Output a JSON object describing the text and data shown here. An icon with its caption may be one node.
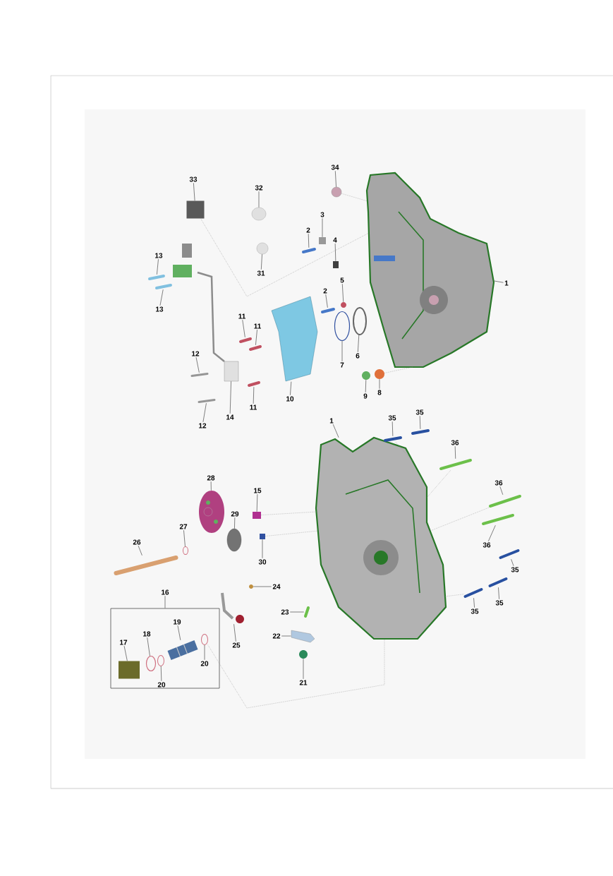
{
  "diagram": {
    "nodes": [
      {
        "text": [
          "33"
        ]
      },
      {
        "text": [
          "32"
        ]
      },
      {
        "text": [
          "34"
        ]
      },
      {
        "text": [
          "3"
        ]
      },
      {
        "text": [
          "2"
        ]
      },
      {
        "text": [
          "4"
        ]
      },
      {
        "text": [
          "13"
        ]
      },
      {
        "text": [
          "31"
        ]
      },
      {
        "text": [
          "2"
        ]
      },
      {
        "text": [
          "5"
        ]
      },
      {
        "text": [
          "13"
        ]
      },
      {
        "text": [
          "1"
        ]
      },
      {
        "text": [
          "11"
        ]
      },
      {
        "text": [
          "11"
        ]
      },
      {
        "text": [
          "12"
        ]
      },
      {
        "text": [
          "6"
        ]
      },
      {
        "text": [
          "7"
        ]
      },
      {
        "text": [
          "10"
        ]
      },
      {
        "text": [
          "9"
        ]
      },
      {
        "text": [
          "8"
        ]
      },
      {
        "text": [
          "11"
        ]
      },
      {
        "text": [
          "12"
        ]
      },
      {
        "text": [
          "14"
        ]
      },
      {
        "text": [
          "1"
        ]
      },
      {
        "text": [
          "35"
        ]
      },
      {
        "text": [
          "35"
        ]
      },
      {
        "text": [
          "36"
        ]
      },
      {
        "text": [
          "28"
        ]
      },
      {
        "text": [
          "15"
        ]
      },
      {
        "text": [
          "36"
        ]
      },
      {
        "text": [
          "29"
        ]
      },
      {
        "text": [
          "27"
        ]
      },
      {
        "text": [
          "26"
        ]
      },
      {
        "text": [
          "30"
        ]
      },
      {
        "text": [
          "36"
        ]
      },
      {
        "text": [
          "35"
        ]
      },
      {
        "text": [
          "24"
        ]
      },
      {
        "text": [
          "16"
        ]
      },
      {
        "text": [],
        "shape": "box"
      },
      {
        "text": [
          "35"
        ]
      },
      {
        "text": [
          "35"
        ]
      },
      {
        "text": [
          "23"
        ]
      },
      {
        "text": [
          "22"
        ]
      },
      {
        "text": [
          "19"
        ],
        "in": 38
      },
      {
        "text": [
          "18"
        ],
        "in": 38
      },
      {
        "text": [
          "17"
        ],
        "in": 38
      },
      {
        "text": [
          "25"
        ]
      },
      {
        "text": [
          "20"
        ],
        "in": 38
      },
      {
        "text": [
          "21"
        ]
      },
      {
        "text": [
          "20"
        ],
        "in": 38
      },
      {
        "text": [],
        "shape": "box"
      },
      {
        "text": [],
        "shape": "circle"
      },
      {
        "text": [],
        "shape": "circle"
      },
      {
        "text": [],
        "shape": "box"
      },
      {
        "text": [],
        "shape": "picture"
      },
      {
        "text": [],
        "shape": "box"
      },
      {
        "text": [],
        "shape": "picture"
      },
      {
        "text": [],
        "shape": "circle"
      },
      {
        "text": [],
        "shape": "picture"
      },
      {
        "text": [],
        "shape": "circle"
      },
      {
        "text": [],
        "shape": "picture"
      },
      {
        "text": [],
        "shape": "picture"
      },
      {
        "text": [],
        "shape": "picture"
      },
      {
        "text": [],
        "shape": "picture"
      },
      {
        "text": [],
        "shape": "picture"
      },
      {
        "text": [],
        "shape": "circle"
      },
      {
        "text": [],
        "shape": "circle"
      },
      {
        "text": [],
        "shape": "picture"
      },
      {
        "text": [],
        "shape": "circle"
      },
      {
        "text": [],
        "shape": "circle"
      },
      {
        "text": [],
        "shape": "picture"
      },
      {
        "text": [],
        "shape": "picture"
      },
      {
        "text": [],
        "shape": "box"
      },
      {
        "text": [],
        "shape": "picture"
      },
      {
        "text": [],
        "shape": "picture"
      },
      {
        "text": [],
        "shape": "picture"
      },
      {
        "text": [],
        "shape": "picture"
      },
      {
        "text": [],
        "shape": "picture"
      },
      {
        "text": [],
        "shape": "box"
      },
      {
        "text": [],
        "shape": "picture"
      },
      {
        "text": [],
        "shape": "circle"
      },
      {
        "text": [],
        "shape": "circle"
      },
      {
        "text": [],
        "shape": "picture"
      },
      {
        "text": [],
        "shape": "box"
      },
      {
        "text": [],
        "shape": "picture"
      },
      {
        "text": [],
        "shape": "picture"
      },
      {
        "text": [],
        "shape": "circle"
      },
      {
        "text": [],
        "shape": "picture"
      },
      {
        "text": [],
        "shape": "picture"
      },
      {
        "text": [],
        "shape": "picture"
      },
      {
        "text": [],
        "shape": "picture"
      },
      {
        "text": [],
        "shape": "picture",
        "in": 38
      },
      {
        "text": [],
        "shape": "circle",
        "in": 38
      },
      {
        "text": [],
        "shape": "box",
        "in": 38
      },
      {
        "text": [],
        "shape": "picture"
      },
      {
        "text": [],
        "shape": "circle",
        "in": 38
      },
      {
        "text": [],
        "shape": "circle"
      },
      {
        "text": [],
        "shape": "circle",
        "in": 38
      }
    ],
    "edges": [
      {
        "from": 0,
        "to": 50,
        "arrow": "none"
      },
      {
        "from": 1,
        "to": 51,
        "arrow": "none"
      },
      {
        "from": 2,
        "to": 52,
        "arrow": "none"
      },
      {
        "from": 3,
        "to": 53,
        "arrow": "none"
      },
      {
        "from": 4,
        "to": 54,
        "arrow": "none"
      },
      {
        "from": 5,
        "to": 55,
        "arrow": "none"
      },
      {
        "from": 6,
        "to": 56,
        "arrow": "none"
      },
      {
        "from": 7,
        "to": 57,
        "arrow": "none"
      },
      {
        "from": 8,
        "to": 58,
        "arrow": "none"
      },
      {
        "from": 9,
        "to": 59,
        "arrow": "none"
      },
      {
        "from": 10,
        "to": 60,
        "arrow": "none"
      },
      {
        "from": 11,
        "to": 61,
        "arrow": "none"
      },
      {
        "from": 12,
        "to": 62,
        "arrow": "none"
      },
      {
        "from": 13,
        "to": 63,
        "arrow": "none"
      },
      {
        "from": 14,
        "to": 64,
        "arrow": "none"
      },
      {
        "from": 15,
        "to": 65,
        "arrow": "none"
      },
      {
        "from": 16,
        "to": 66,
        "arrow": "none"
      },
      {
        "from": 17,
        "to": 67,
        "arrow": "none"
      },
      {
        "from": 18,
        "to": 68,
        "arrow": "none"
      },
      {
        "from": 19,
        "to": 69,
        "arrow": "none"
      },
      {
        "from": 20,
        "to": 70,
        "arrow": "none"
      },
      {
        "from": 21,
        "to": 71,
        "arrow": "none"
      },
      {
        "from": 22,
        "to": 72,
        "arrow": "none"
      },
      {
        "from": 23,
        "to": 73,
        "arrow": "none"
      },
      {
        "from": 24,
        "to": 74,
        "arrow": "none"
      },
      {
        "from": 25,
        "to": 75,
        "arrow": "none"
      },
      {
        "from": 26,
        "to": 76,
        "arrow": "none"
      },
      {
        "from": 27,
        "to": 77,
        "arrow": "none"
      },
      {
        "from": 28,
        "to": 78,
        "arrow": "none"
      },
      {
        "from": 29,
        "to": 79,
        "arrow": "none"
      },
      {
        "from": 30,
        "to": 80,
        "arrow": "none"
      },
      {
        "from": 31,
        "to": 81,
        "arrow": "none"
      },
      {
        "from": 32,
        "to": 82,
        "arrow": "none"
      },
      {
        "from": 33,
        "to": 83,
        "arrow": "none"
      },
      {
        "from": 34,
        "to": 84,
        "arrow": "none"
      },
      {
        "from": 35,
        "to": 85,
        "arrow": "none"
      },
      {
        "from": 36,
        "to": 86,
        "arrow": "none"
      },
      {
        "from": 37,
        "to": 38,
        "arrow": "none"
      },
      {
        "from": 39,
        "to": 87,
        "arrow": "none"
      },
      {
        "from": 40,
        "to": 88,
        "arrow": "none"
      },
      {
        "from": 41,
        "to": 89,
        "arrow": "none"
      },
      {
        "from": 42,
        "to": 90,
        "arrow": "none"
      },
      {
        "from": 43,
        "to": 91,
        "arrow": "none"
      },
      {
        "from": 44,
        "to": 92,
        "arrow": "none"
      },
      {
        "from": 45,
        "to": 93,
        "arrow": "none"
      },
      {
        "from": 46,
        "to": 94,
        "arrow": "none"
      },
      {
        "from": 47,
        "to": 95,
        "arrow": "none"
      },
      {
        "from": 48,
        "to": 96,
        "arrow": "none"
      },
      {
        "from": 49,
        "to": 97,
        "arrow": "none"
      },
      {
        "from": 50,
        "to": 61,
        "arrow": "none",
        "style": "dashed"
      },
      {
        "from": 52,
        "to": 61,
        "arrow": "none",
        "style": "dashed"
      },
      {
        "from": 69,
        "to": 61,
        "arrow": "none",
        "style": "dashed"
      },
      {
        "from": 78,
        "to": 73,
        "arrow": "none",
        "style": "dashed"
      },
      {
        "from": 83,
        "to": 73,
        "arrow": "none",
        "style": "dashed"
      },
      {
        "from": 74,
        "to": 73,
        "arrow": "none",
        "style": "dashed"
      },
      {
        "from": 76,
        "to": 73,
        "arrow": "none",
        "style": "dashed"
      },
      {
        "from": 79,
        "to": 73,
        "arrow": "none",
        "style": "dashed"
      },
      {
        "from": 87,
        "to": 73,
        "arrow": "none",
        "style": "dashed"
      },
      {
        "from": 95,
        "to": 73,
        "arrow": "none",
        "style": "dashed"
      }
    ]
  }
}
